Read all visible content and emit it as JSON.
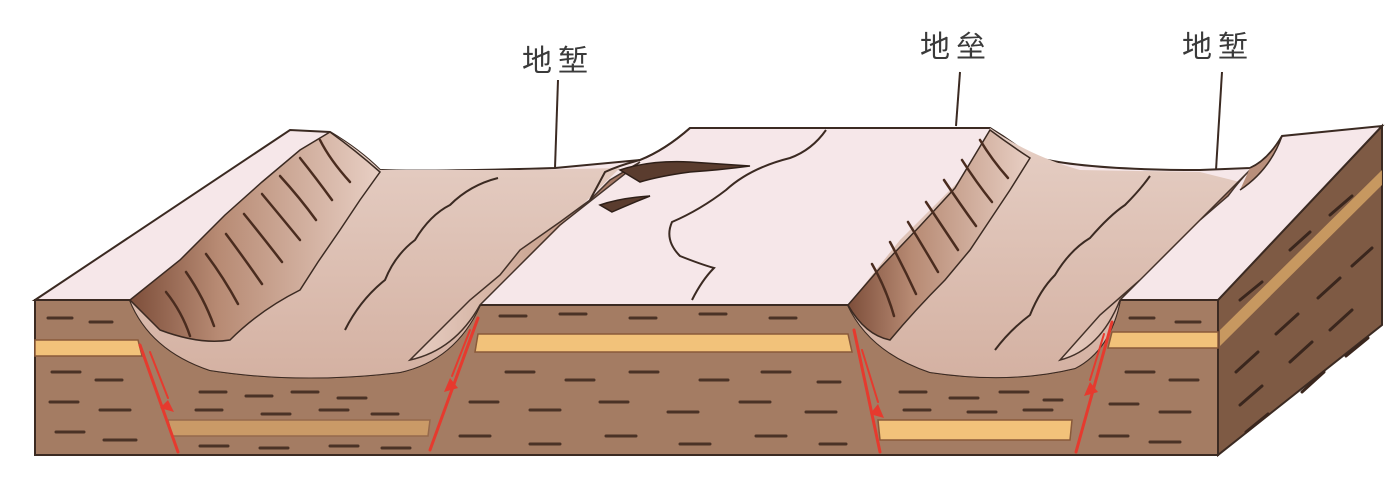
{
  "labels": {
    "graben_left": "地堑",
    "horst": "地垒",
    "graben_right": "地堑"
  },
  "colors": {
    "surface_top": "#f6e7e9",
    "slope_light": "#dcbcae",
    "slope_dark": "#9b6b52",
    "rock_body": "#a47c63",
    "rock_dark": "#8a624a",
    "rock_side": "#7e5a44",
    "yellow_layer": "#f2c27a",
    "strata_dash": "#4a3226",
    "fault_red": "#e63a2e",
    "outline": "#3b2a22"
  }
}
